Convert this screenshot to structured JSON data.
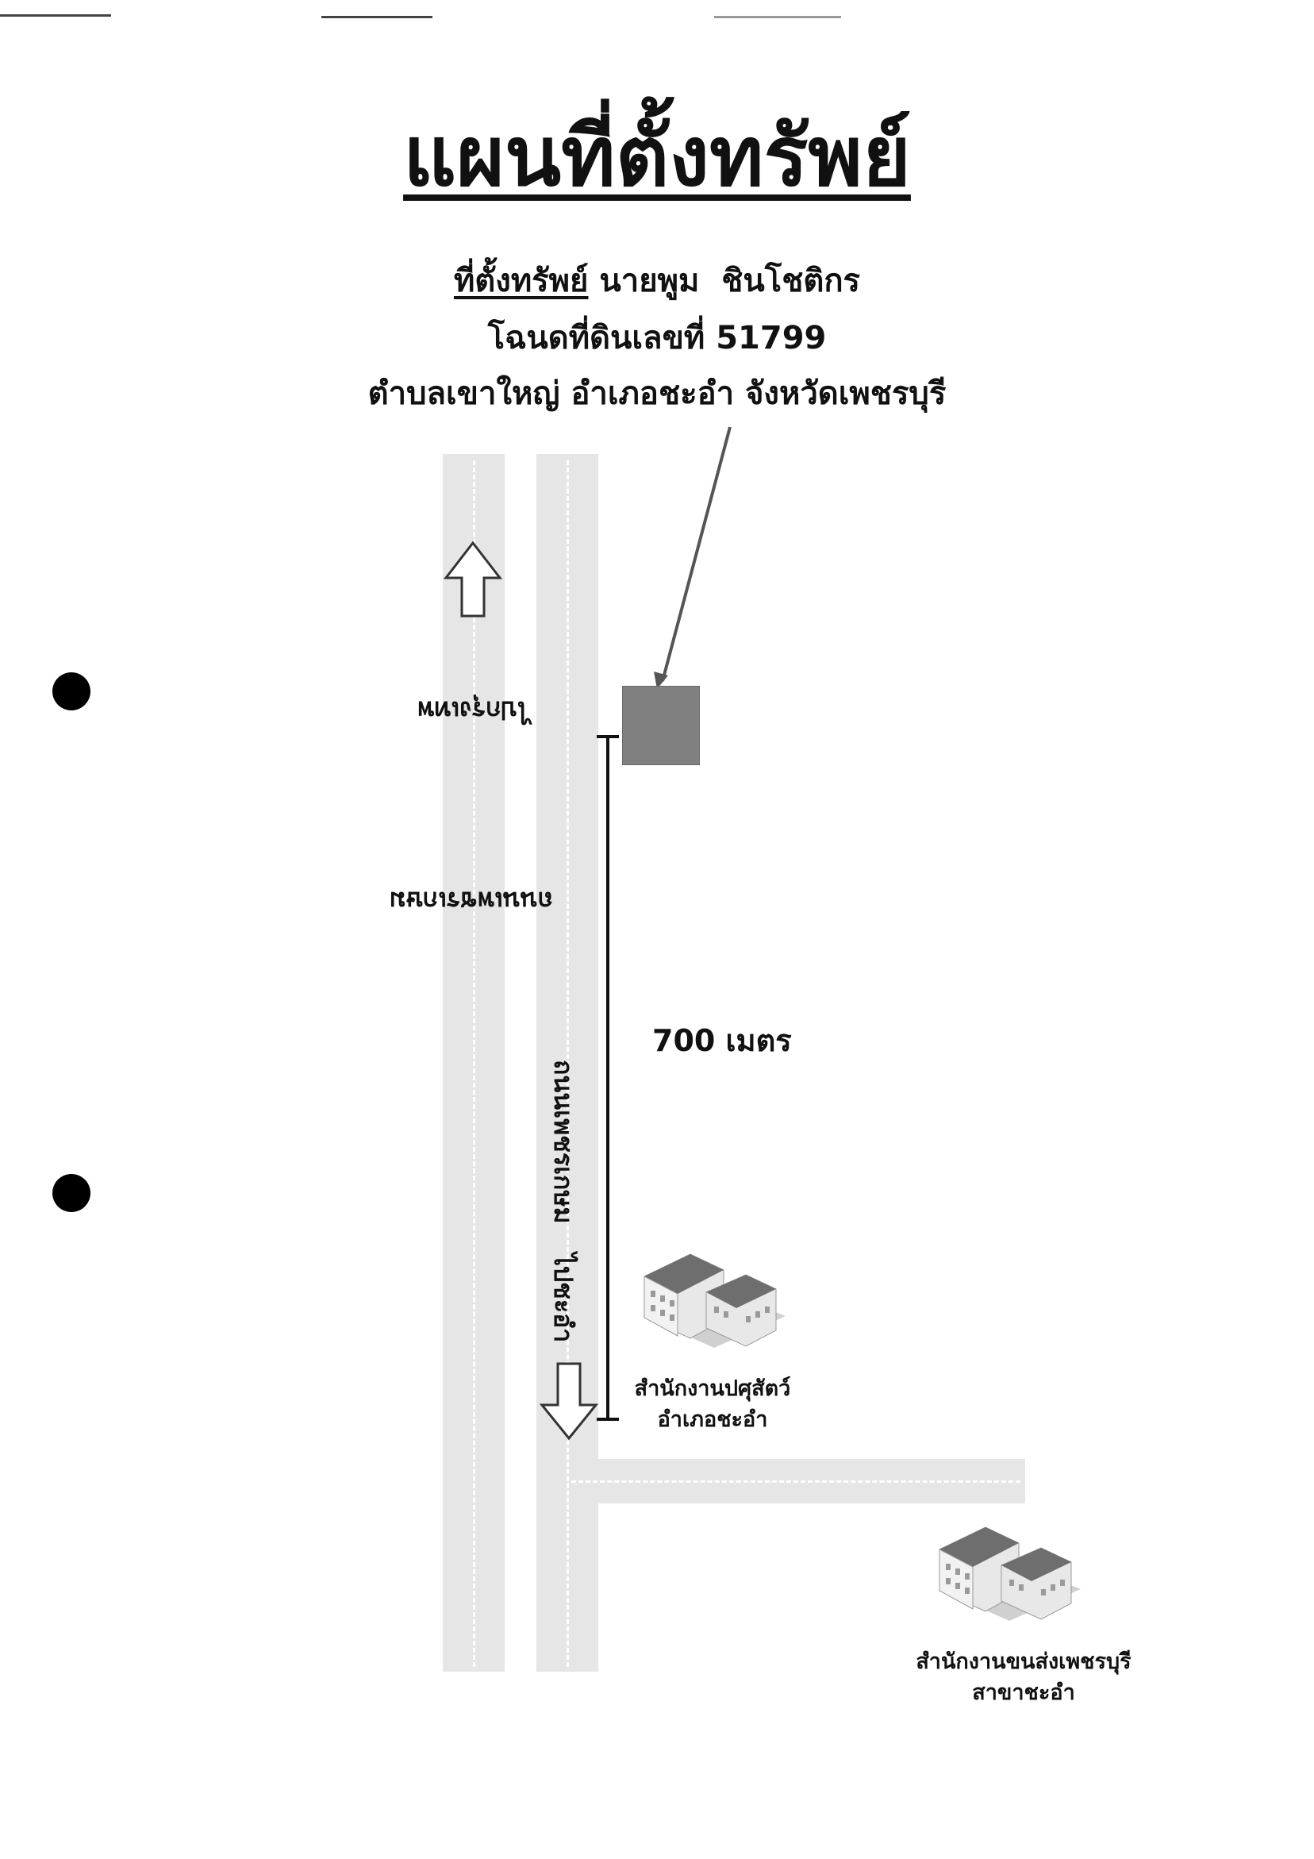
{
  "title": "แผนที่ตั้งทรัพย์",
  "property": {
    "label": "ที่ตั้งทรัพย์",
    "owner": "นายพูม  ชินโชติกร",
    "deed_line": "โฉนดที่ดินเลขที่ 51799",
    "address_line": "ตำบลเขาใหญ่ อำเภอชะอำ จังหวัดเพชรบุรี"
  },
  "roads": {
    "left_road_name": "ถนนเพชรเกษม",
    "left_direction": "ไปกรุงเทพ",
    "right_road_name": "ถนนเพชรเกษม",
    "right_direction": "ไปชะอำ"
  },
  "distance_label": "700 เมตร",
  "landmarks": [
    {
      "name_line1": "สำนักงานปศุสัตว์",
      "name_line2": "อำเภอชะอำ"
    },
    {
      "name_line1": "สำนักงานขนส่งเพชรบุรี",
      "name_line2": "สาขาชะอำ"
    }
  ],
  "colors": {
    "road": "#e6e6e6",
    "property_marker": "#808080",
    "arrow": "#555555"
  }
}
